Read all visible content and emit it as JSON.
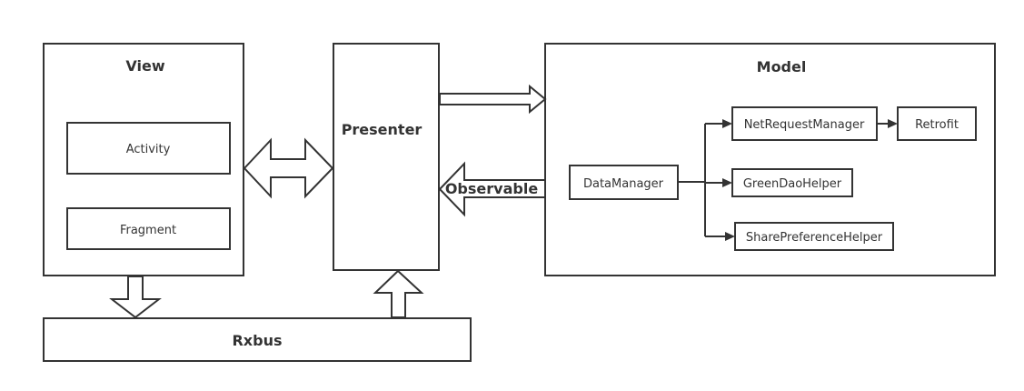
{
  "view": {
    "title": "View",
    "items": [
      "Activity",
      "Fragment"
    ]
  },
  "presenter": {
    "title": "Presenter"
  },
  "model": {
    "title": "Model",
    "data_manager": "DataManager",
    "helpers": [
      "NetRequestManager",
      "GreenDaoHelper",
      "SharePreferenceHelper"
    ],
    "retrofit": "Retrofit"
  },
  "bus": {
    "title": "Rxbus"
  },
  "arrows": {
    "observable": "Observable"
  }
}
